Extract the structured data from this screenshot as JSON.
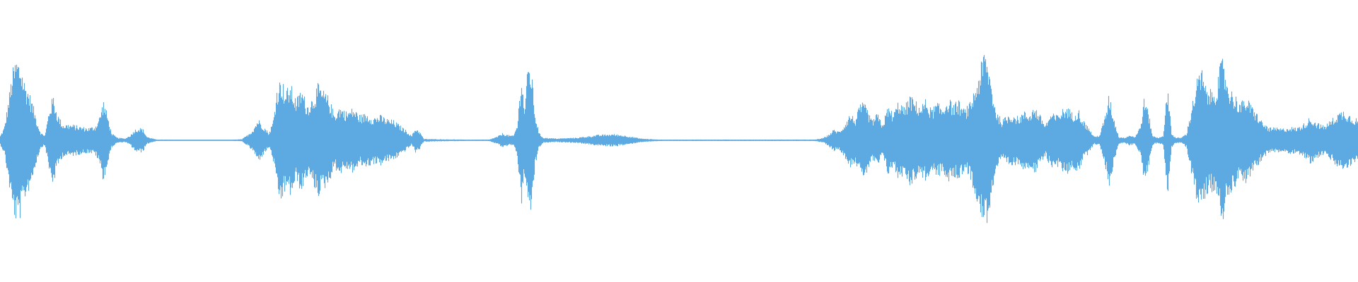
{
  "waveform": {
    "color": "#5DA9E1",
    "background": "#FFFFFF",
    "envelope": [
      [
        0.0,
        0.05
      ],
      [
        0.003,
        0.15
      ],
      [
        0.006,
        0.45
      ],
      [
        0.009,
        0.78
      ],
      [
        0.012,
        0.92
      ],
      [
        0.015,
        0.85
      ],
      [
        0.018,
        0.65
      ],
      [
        0.021,
        0.55
      ],
      [
        0.024,
        0.4
      ],
      [
        0.027,
        0.22
      ],
      [
        0.03,
        0.08
      ],
      [
        0.033,
        0.06
      ],
      [
        0.036,
        0.35
      ],
      [
        0.039,
        0.5
      ],
      [
        0.042,
        0.3
      ],
      [
        0.046,
        0.18
      ],
      [
        0.05,
        0.18
      ],
      [
        0.055,
        0.17
      ],
      [
        0.06,
        0.15
      ],
      [
        0.065,
        0.14
      ],
      [
        0.07,
        0.16
      ],
      [
        0.073,
        0.26
      ],
      [
        0.076,
        0.45
      ],
      [
        0.079,
        0.28
      ],
      [
        0.082,
        0.08
      ],
      [
        0.086,
        0.03
      ],
      [
        0.092,
        0.02
      ],
      [
        0.096,
        0.06
      ],
      [
        0.099,
        0.12
      ],
      [
        0.102,
        0.14
      ],
      [
        0.105,
        0.13
      ],
      [
        0.108,
        0.04
      ],
      [
        0.115,
        0.008
      ],
      [
        0.14,
        0.006
      ],
      [
        0.17,
        0.006
      ],
      [
        0.178,
        0.012
      ],
      [
        0.182,
        0.06
      ],
      [
        0.186,
        0.12
      ],
      [
        0.19,
        0.24
      ],
      [
        0.194,
        0.16
      ],
      [
        0.198,
        0.08
      ],
      [
        0.201,
        0.22
      ],
      [
        0.204,
        0.6
      ],
      [
        0.207,
        0.7
      ],
      [
        0.21,
        0.55
      ],
      [
        0.214,
        0.62
      ],
      [
        0.218,
        0.45
      ],
      [
        0.222,
        0.58
      ],
      [
        0.226,
        0.4
      ],
      [
        0.23,
        0.48
      ],
      [
        0.234,
        0.62
      ],
      [
        0.238,
        0.55
      ],
      [
        0.242,
        0.48
      ],
      [
        0.246,
        0.3
      ],
      [
        0.25,
        0.38
      ],
      [
        0.255,
        0.32
      ],
      [
        0.26,
        0.36
      ],
      [
        0.265,
        0.28
      ],
      [
        0.27,
        0.3
      ],
      [
        0.275,
        0.26
      ],
      [
        0.28,
        0.28
      ],
      [
        0.285,
        0.24
      ],
      [
        0.29,
        0.22
      ],
      [
        0.295,
        0.16
      ],
      [
        0.3,
        0.1
      ],
      [
        0.303,
        0.05
      ],
      [
        0.306,
        0.14
      ],
      [
        0.309,
        0.1
      ],
      [
        0.312,
        0.015
      ],
      [
        0.34,
        0.008
      ],
      [
        0.36,
        0.008
      ],
      [
        0.366,
        0.04
      ],
      [
        0.37,
        0.08
      ],
      [
        0.374,
        0.06
      ],
      [
        0.378,
        0.05
      ],
      [
        0.381,
        0.18
      ],
      [
        0.384,
        0.78
      ],
      [
        0.386,
        0.35
      ],
      [
        0.389,
        0.85
      ],
      [
        0.391,
        0.82
      ],
      [
        0.394,
        0.3
      ],
      [
        0.397,
        0.08
      ],
      [
        0.4,
        0.03
      ],
      [
        0.41,
        0.02
      ],
      [
        0.425,
        0.03
      ],
      [
        0.44,
        0.06
      ],
      [
        0.452,
        0.07
      ],
      [
        0.462,
        0.05
      ],
      [
        0.472,
        0.02
      ],
      [
        0.485,
        0.008
      ],
      [
        0.52,
        0.008
      ],
      [
        0.56,
        0.008
      ],
      [
        0.6,
        0.008
      ],
      [
        0.606,
        0.025
      ],
      [
        0.61,
        0.06
      ],
      [
        0.614,
        0.12
      ],
      [
        0.618,
        0.1
      ],
      [
        0.622,
        0.18
      ],
      [
        0.626,
        0.3
      ],
      [
        0.63,
        0.24
      ],
      [
        0.634,
        0.42
      ],
      [
        0.638,
        0.38
      ],
      [
        0.642,
        0.22
      ],
      [
        0.646,
        0.3
      ],
      [
        0.65,
        0.18
      ],
      [
        0.654,
        0.38
      ],
      [
        0.658,
        0.3
      ],
      [
        0.662,
        0.45
      ],
      [
        0.666,
        0.36
      ],
      [
        0.67,
        0.5
      ],
      [
        0.674,
        0.44
      ],
      [
        0.678,
        0.38
      ],
      [
        0.682,
        0.46
      ],
      [
        0.686,
        0.34
      ],
      [
        0.69,
        0.42
      ],
      [
        0.694,
        0.36
      ],
      [
        0.698,
        0.48
      ],
      [
        0.702,
        0.4
      ],
      [
        0.706,
        0.44
      ],
      [
        0.71,
        0.34
      ],
      [
        0.714,
        0.4
      ],
      [
        0.718,
        0.58
      ],
      [
        0.722,
        0.8
      ],
      [
        0.725,
        1.0
      ],
      [
        0.728,
        0.85
      ],
      [
        0.731,
        0.55
      ],
      [
        0.734,
        0.32
      ],
      [
        0.738,
        0.22
      ],
      [
        0.742,
        0.28
      ],
      [
        0.746,
        0.3
      ],
      [
        0.75,
        0.26
      ],
      [
        0.754,
        0.32
      ],
      [
        0.758,
        0.3
      ],
      [
        0.762,
        0.38
      ],
      [
        0.766,
        0.28
      ],
      [
        0.77,
        0.18
      ],
      [
        0.774,
        0.3
      ],
      [
        0.778,
        0.28
      ],
      [
        0.782,
        0.34
      ],
      [
        0.786,
        0.38
      ],
      [
        0.79,
        0.3
      ],
      [
        0.794,
        0.36
      ],
      [
        0.798,
        0.22
      ],
      [
        0.802,
        0.14
      ],
      [
        0.806,
        0.04
      ],
      [
        0.81,
        0.06
      ],
      [
        0.814,
        0.28
      ],
      [
        0.817,
        0.52
      ],
      [
        0.82,
        0.28
      ],
      [
        0.824,
        0.04
      ],
      [
        0.828,
        0.03
      ],
      [
        0.832,
        0.06
      ],
      [
        0.836,
        0.04
      ],
      [
        0.84,
        0.16
      ],
      [
        0.843,
        0.5
      ],
      [
        0.846,
        0.3
      ],
      [
        0.849,
        0.05
      ],
      [
        0.853,
        0.03
      ],
      [
        0.857,
        0.06
      ],
      [
        0.86,
        0.64
      ],
      [
        0.863,
        0.08
      ],
      [
        0.866,
        0.03
      ],
      [
        0.87,
        0.03
      ],
      [
        0.874,
        0.08
      ],
      [
        0.878,
        0.4
      ],
      [
        0.882,
        0.7
      ],
      [
        0.885,
        0.8
      ],
      [
        0.888,
        0.6
      ],
      [
        0.892,
        0.55
      ],
      [
        0.896,
        0.62
      ],
      [
        0.9,
        0.92
      ],
      [
        0.903,
        0.74
      ],
      [
        0.906,
        0.58
      ],
      [
        0.91,
        0.5
      ],
      [
        0.914,
        0.42
      ],
      [
        0.918,
        0.48
      ],
      [
        0.922,
        0.38
      ],
      [
        0.926,
        0.3
      ],
      [
        0.93,
        0.2
      ],
      [
        0.935,
        0.14
      ],
      [
        0.94,
        0.14
      ],
      [
        0.945,
        0.13
      ],
      [
        0.95,
        0.15
      ],
      [
        0.955,
        0.14
      ],
      [
        0.96,
        0.18
      ],
      [
        0.965,
        0.26
      ],
      [
        0.97,
        0.2
      ],
      [
        0.975,
        0.16
      ],
      [
        0.98,
        0.22
      ],
      [
        0.985,
        0.3
      ],
      [
        0.99,
        0.34
      ],
      [
        0.995,
        0.28
      ],
      [
        1.0,
        0.24
      ]
    ]
  }
}
